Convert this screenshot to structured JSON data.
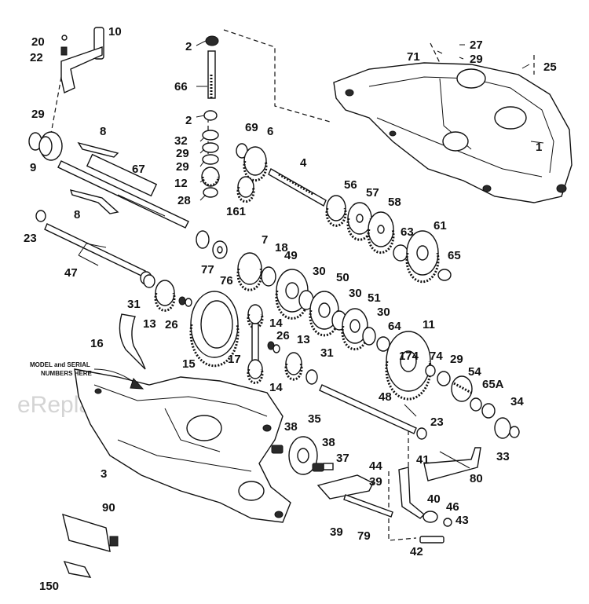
{
  "watermark": "eReplacementParts.com",
  "note": {
    "line1": "MODEL and SERIAL",
    "line2": "NUMBERS HERE"
  },
  "callouts": {
    "c1": "1",
    "c2a": "2",
    "c2b": "2",
    "c3": "3",
    "c4": "4",
    "c6": "6",
    "c7": "7",
    "c8a": "8",
    "c8b": "8",
    "c9": "9",
    "c10": "10",
    "c11": "11",
    "c12": "12",
    "c13a": "13",
    "c13b": "13",
    "c14a": "14",
    "c14b": "14",
    "c15": "15",
    "c16": "16",
    "c17": "17",
    "c18": "18",
    "c20": "20",
    "c22": "22",
    "c23a": "23",
    "c23b": "23",
    "c25": "25",
    "c26a": "26",
    "c26b": "26",
    "c27": "27",
    "c28": "28",
    "c29a": "29",
    "c29b": "29",
    "c29c": "29",
    "c29d": "29",
    "c29e": "29",
    "c30a": "30",
    "c30b": "30",
    "c30c": "30",
    "c31a": "31",
    "c31b": "31",
    "c32": "32",
    "c33": "33",
    "c34": "34",
    "c35": "35",
    "c37": "37",
    "c38a": "38",
    "c38b": "38",
    "c39a": "39",
    "c39b": "39",
    "c40": "40",
    "c41": "41",
    "c42": "42",
    "c43": "43",
    "c44": "44",
    "c46": "46",
    "c47": "47",
    "c48": "48",
    "c49": "49",
    "c50": "50",
    "c51": "51",
    "c54": "54",
    "c56": "56",
    "c57": "57",
    "c58": "58",
    "c61": "61",
    "c63": "63",
    "c64": "64",
    "c65": "65",
    "c65a": "65A",
    "c66": "66",
    "c67": "67",
    "c69": "69",
    "c71": "71",
    "c74": "74",
    "c76": "76",
    "c77": "77",
    "c79": "79",
    "c80": "80",
    "c90": "90",
    "c150": "150",
    "c161": "161",
    "c174": "174"
  }
}
